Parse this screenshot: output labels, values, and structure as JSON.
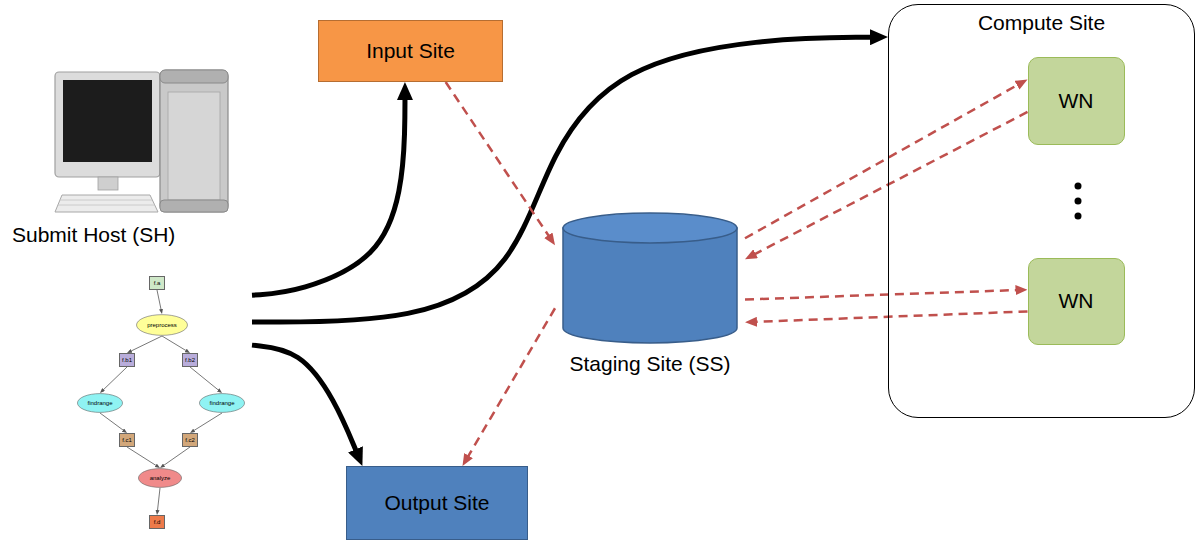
{
  "diagram": {
    "nodes": [
      {
        "text": [
          "Submit Host (SH)"
        ]
      },
      {
        "text": [
          "f.a"
        ],
        "in": 0
      },
      {
        "text": [
          "preprocess"
        ],
        "in": 0
      },
      {
        "text": [
          "f.b1"
        ],
        "in": 0
      },
      {
        "text": [
          "f.b2"
        ],
        "in": 0
      },
      {
        "text": [
          "findrange"
        ],
        "in": 0
      },
      {
        "text": [
          "findrange"
        ],
        "in": 0
      },
      {
        "text": [
          "f.c1"
        ],
        "in": 0
      },
      {
        "text": [
          "f.c2"
        ],
        "in": 0
      },
      {
        "text": [
          "analyze"
        ],
        "in": 0
      },
      {
        "text": [
          "f.d"
        ],
        "in": 0
      },
      {
        "text": [
          "Input Site"
        ]
      },
      {
        "text": [
          "Staging Site (SS)"
        ]
      },
      {
        "text": [
          "Compute Site"
        ]
      },
      {
        "text": [
          "WN"
        ],
        "in": 13
      },
      {
        "text": [
          "WN"
        ],
        "in": 13
      },
      {
        "text": [
          "Output Site"
        ]
      }
    ],
    "edges": [
      {
        "from": 0,
        "to": 11,
        "arrow": "to"
      },
      {
        "from": 0,
        "to": 13,
        "arrow": "to"
      },
      {
        "from": 0,
        "to": 16,
        "arrow": "to"
      },
      {
        "from": 11,
        "to": 12,
        "arrow": "to"
      },
      {
        "from": 12,
        "to": 14,
        "arrow": "to"
      },
      {
        "from": 14,
        "to": 12,
        "arrow": "to"
      },
      {
        "from": 12,
        "to": 15,
        "arrow": "to"
      },
      {
        "from": 15,
        "to": 12,
        "arrow": "to"
      },
      {
        "from": 12,
        "to": 16,
        "arrow": "to"
      },
      {
        "from": 1,
        "to": 2,
        "arrow": "to"
      },
      {
        "from": 2,
        "to": 3,
        "arrow": "to"
      },
      {
        "from": 2,
        "to": 4,
        "arrow": "to"
      },
      {
        "from": 3,
        "to": 5,
        "arrow": "to"
      },
      {
        "from": 4,
        "to": 6,
        "arrow": "to"
      },
      {
        "from": 5,
        "to": 7,
        "arrow": "to"
      },
      {
        "from": 6,
        "to": 8,
        "arrow": "to"
      },
      {
        "from": 7,
        "to": 9,
        "arrow": "to"
      },
      {
        "from": 8,
        "to": 9,
        "arrow": "to"
      },
      {
        "from": 9,
        "to": 10,
        "arrow": "to"
      }
    ]
  }
}
